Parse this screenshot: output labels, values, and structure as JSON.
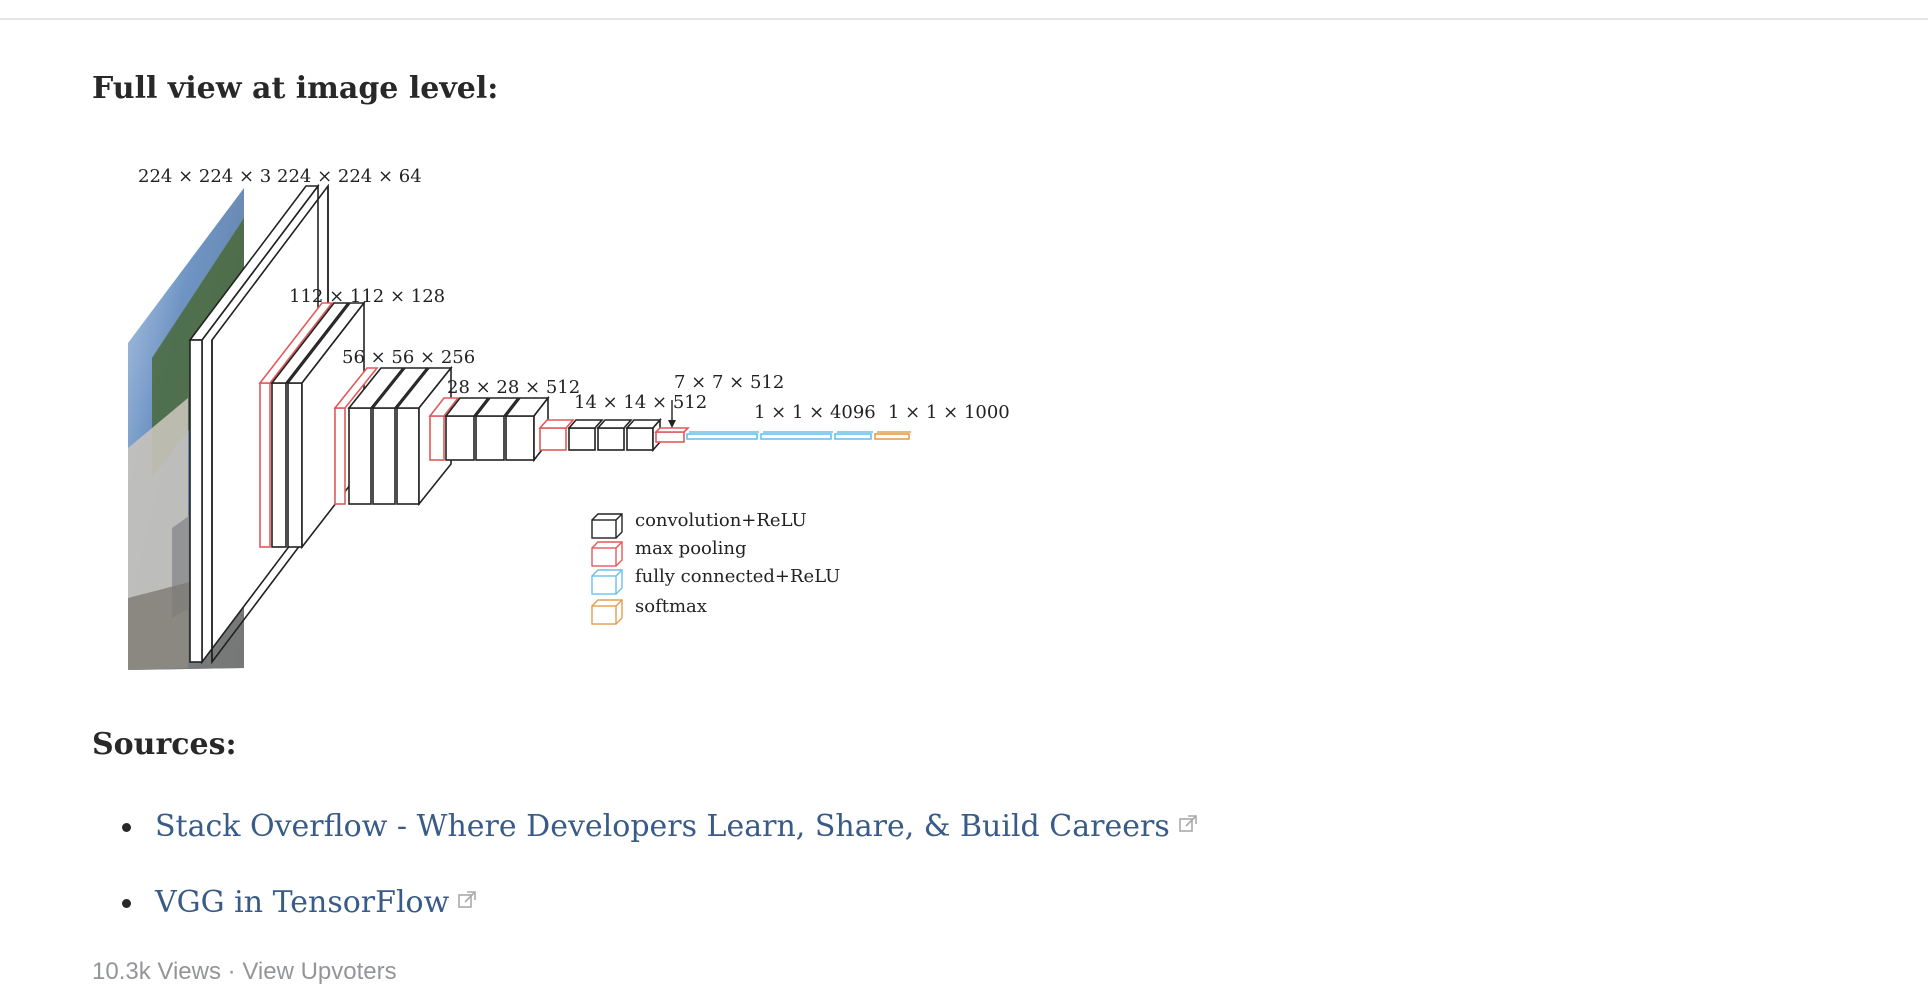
{
  "figure": {
    "labels": {
      "input": "224 × 224 × 3",
      "conv1": "224 × 224 × 64",
      "conv2": "112 × 112 × 128",
      "conv3": "56 × 56 × 256",
      "conv4": "28 × 28 × 512",
      "conv5": "14 × 14 × 512",
      "pool5": "7 × 7 × 512",
      "fc": "1 × 1 × 4096",
      "fc8": "1 × 1 × 1000"
    },
    "legend": [
      {
        "label": "convolution+ReLU",
        "color": "#222222"
      },
      {
        "label": "max pooling",
        "color": "#e05a5a"
      },
      {
        "label": "fully connected+ReLU",
        "color": "#6cc0e8"
      },
      {
        "label": "softmax",
        "color": "#e0a050"
      }
    ]
  },
  "headings": {
    "full_view": "Full view at image level:",
    "sources": "Sources:"
  },
  "sources": [
    {
      "label": "Stack Overflow - Where Developers Learn, Share, & Build Careers",
      "icon": "external-link-icon"
    },
    {
      "label": "VGG in TensorFlow",
      "icon": "external-link-icon"
    }
  ],
  "footer": {
    "views": "10.3k Views",
    "separator": "·",
    "upvoters": "View Upvoters"
  },
  "colors": {
    "link": "#395b88",
    "text": "#282829",
    "muted": "#939598",
    "conv": "#222222",
    "pool": "#e05a5a",
    "fc": "#6cc0e8",
    "softmax": "#e0a050"
  }
}
